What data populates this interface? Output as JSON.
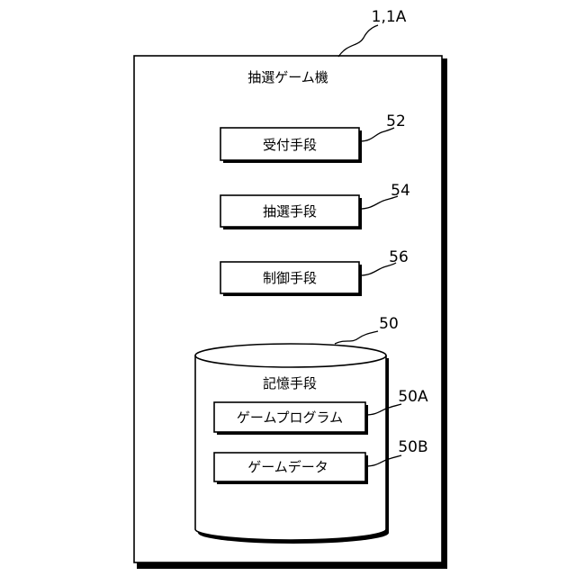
{
  "device": {
    "ref": "1,1A",
    "title": "抽選ゲーム機"
  },
  "units": [
    {
      "ref": "52",
      "label": "受付手段"
    },
    {
      "ref": "54",
      "label": "抽選手段"
    },
    {
      "ref": "56",
      "label": "制御手段"
    }
  ],
  "storage": {
    "ref": "50",
    "label": "記憶手段",
    "items": [
      {
        "ref": "50A",
        "label": "ゲームプログラム"
      },
      {
        "ref": "50B",
        "label": "ゲームデータ"
      }
    ]
  }
}
